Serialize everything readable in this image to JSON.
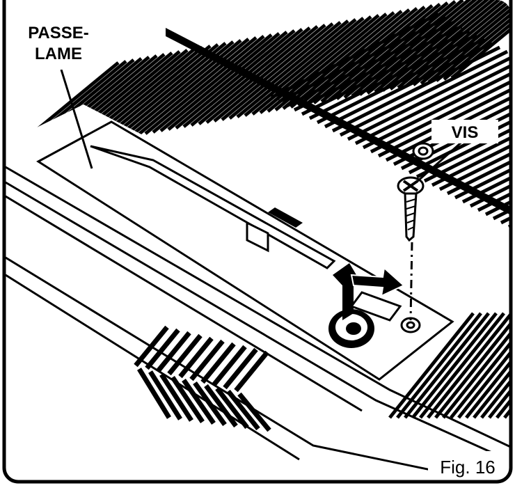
{
  "labels": {
    "plate_line1": "PASSE-",
    "plate_line2": "LAME",
    "screw": "VIS"
  },
  "caption": "Fig. 16",
  "icons": [
    "screw-icon",
    "arrow-up-icon",
    "arrow-right-icon",
    "bobbin-knob-icon"
  ],
  "colors": {
    "ink": "#000000",
    "paper": "#ffffff"
  }
}
